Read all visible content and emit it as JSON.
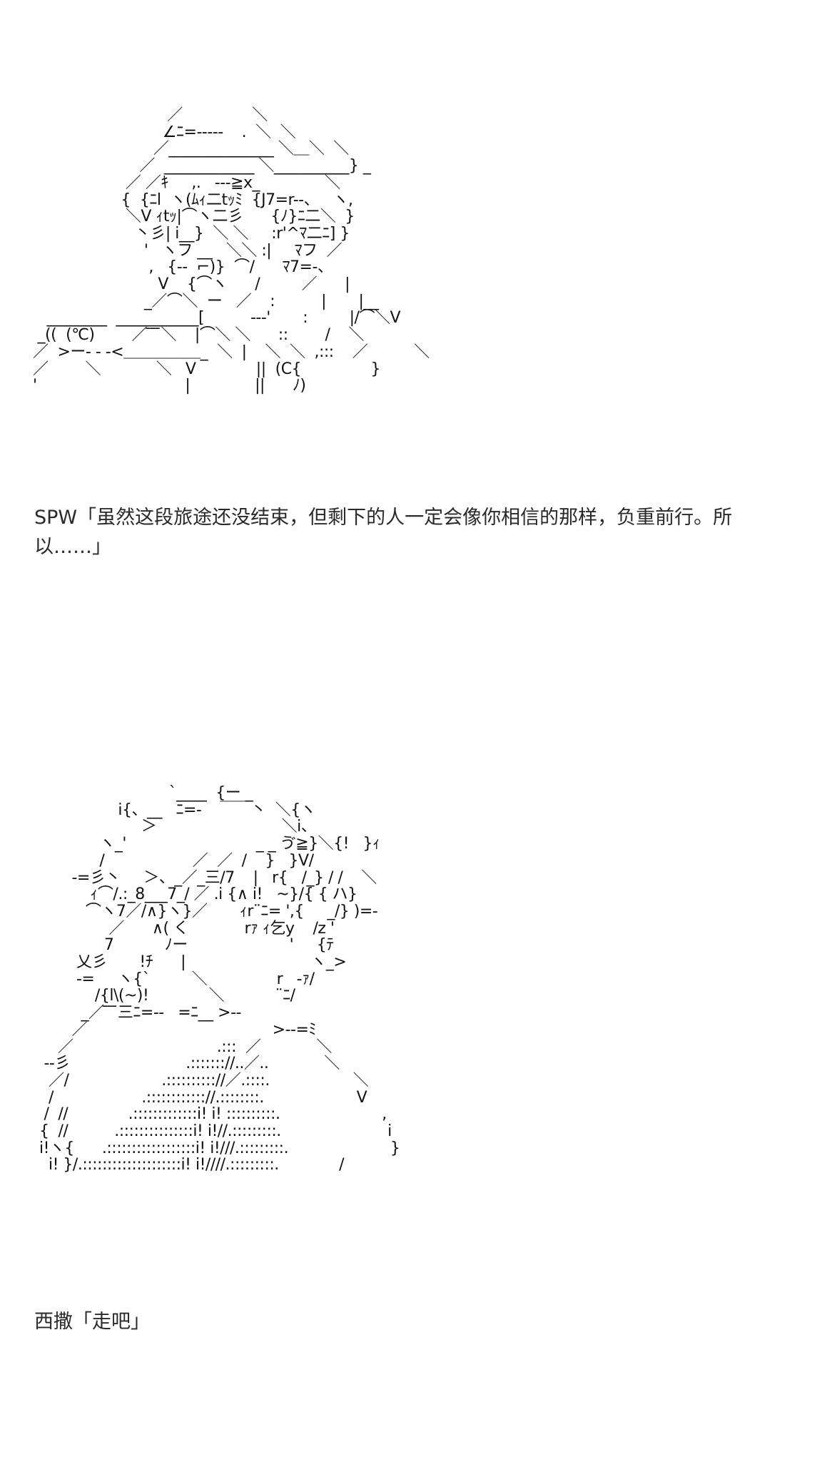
{
  "art_1": [
    "                             ／               ＼",
    "                            ∠ﾆ=-----    .  ＼  ＼",
    "                          ／______________ ＼＿＼  ＼",
    "                       ／  ____________ ＼__________} _",
    "                    ／ ／ｷ     ,.   ---≧x_              ＼",
    "                   {  {ﾆl  ヽ(ﾑｨ二tｯﾐ  {J7=r--、   ヽ,",
    "                    ＼V ｨtｯ|⌒ヽ二彡      {ﾉ}ﾆ二＼  }",
    "                      丶彡| i__}  ＼ ＼     :r'^ﾏ二ﾆ] }",
    "                        '   ヽフ __   ＼＼ :|     ﾏフ  ／",
    "                         ,   {--  ⌐)}  ⌒/      ﾏ7=-、",
    "                           V    {⌒ヽ      /         ／      |",
    "                        _／⌒＼  ー   ／    :          |       |__",
    "   ________  ___________[          ---'       :         |/⌒＼V",
    " _((  (℃)        ／ ̄ ̄ ̄＼    |⌒＼ ＼      ::        /    ＼",
    "／  >ー- - -<＿＿＿＿＿_  ＼  |    ＼  ＼  ,:::    ／          ＼",
    "／        ＼            ＼   V             ||  (C{               }",
    "'                                |              ||      ﾉ)"
  ],
  "dialogue_1": "SPW「虽然这段旅途还没结束，但剩下的人一定会像你相信的那样，负重前行。所以……」",
  "art_2": [
    "                            `____  {ー _",
    "                 i{、__   ﾆ=-    ￣￣丶  ＼{ヽ",
    "                      ＞                           ＼i、",
    "             ヽ_'                            _ _ ゔ≧}＼{!   }ｨ",
    "             /                   ／  ／  /    }   }V/",
    "       -=彡丶     ＞、_／_三/7    |   r{   /_} / /    ＼",
    "           ｨ⌒/.:_8___7_/ ／ .i {∧ i!   ~}/{ { ハ}",
    "          ⌒ヽ7／/∧}ヽ}／       ｨr¨ﾆ= ',{     _/} )=-",
    "               ／      ∧( く            rｧ ｨ乞y    /z '",
    "              7           ﾉー                      '     {ﾃ",
    "        乂彡       !ﾁ      |                           ヽ_>",
    "        -=     ヽ{`         ＼               r   -ｧ/",
    "            /{l\\(~)!             ＼           ¨ﾆ/",
    "         _／ ̄ ̄ ̄三ﾆ=--   =ﾆ__ >--",
    "       ／                                        >--=ﾐ",
    "    ／                               .:::  ／            ＼",
    " --彡                         .::::::://..／..            ＼",
    "  ／/                    .:::::::::://／.::::.                  ＼",
    "  /                   .:::::::::::://.::::::::.                    V",
    " /  //             .:::::::::::::i! i! ::::::::::.                      ,",
    "{  //          .:::::::::::::::i! i!//.:::::::::.                       i",
    "i!ヽ{      .::::::::::::::::::i! i!///.:::::::::.                      }",
    "  i! }/.::::::::::::::::::::i! i!////.:::::::::.             /"
  ],
  "dialogue_2": "西撒「走吧」"
}
